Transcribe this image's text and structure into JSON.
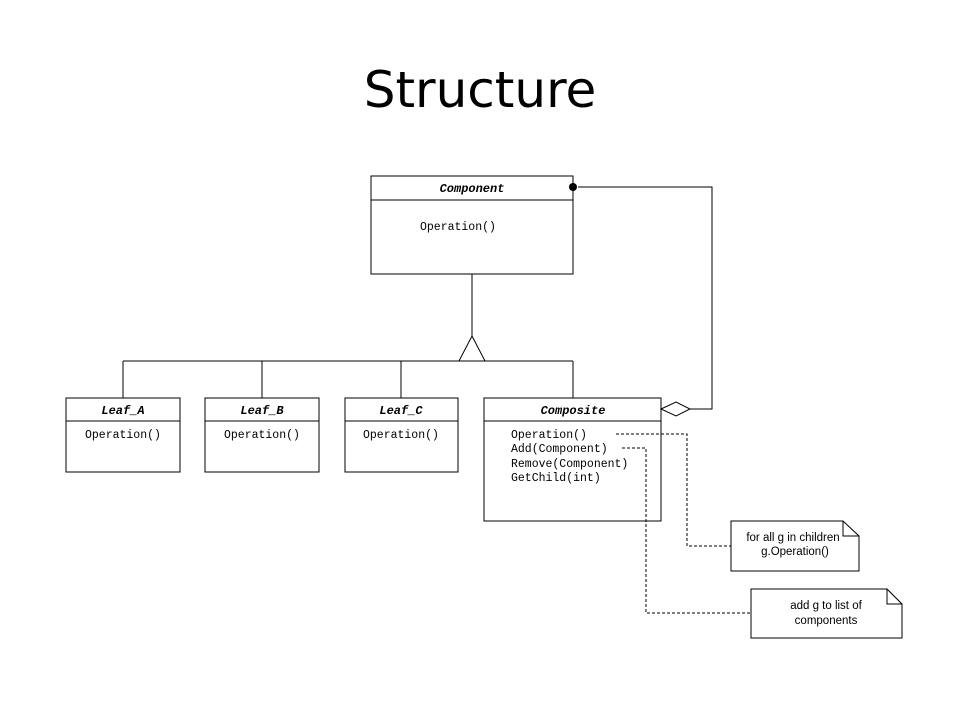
{
  "slide": {
    "title": "Structure"
  },
  "component": {
    "name": "Component",
    "operations": [
      "Operation()"
    ]
  },
  "leaf_a": {
    "name": "Leaf_A",
    "operations": [
      "Operation()"
    ]
  },
  "leaf_b": {
    "name": "Leaf_B",
    "operations": [
      "Operation()"
    ]
  },
  "leaf_c": {
    "name": "Leaf_C",
    "operations": [
      "Operation()"
    ]
  },
  "composite": {
    "name": "Composite",
    "operations": [
      "Operation()",
      "Add(Component)",
      "Remove(Component)",
      "GetChild(int)"
    ]
  },
  "notes": {
    "operation_note": [
      "for all g in children",
      "g.Operation()"
    ],
    "add_note": [
      "add g to list of",
      "components"
    ]
  }
}
